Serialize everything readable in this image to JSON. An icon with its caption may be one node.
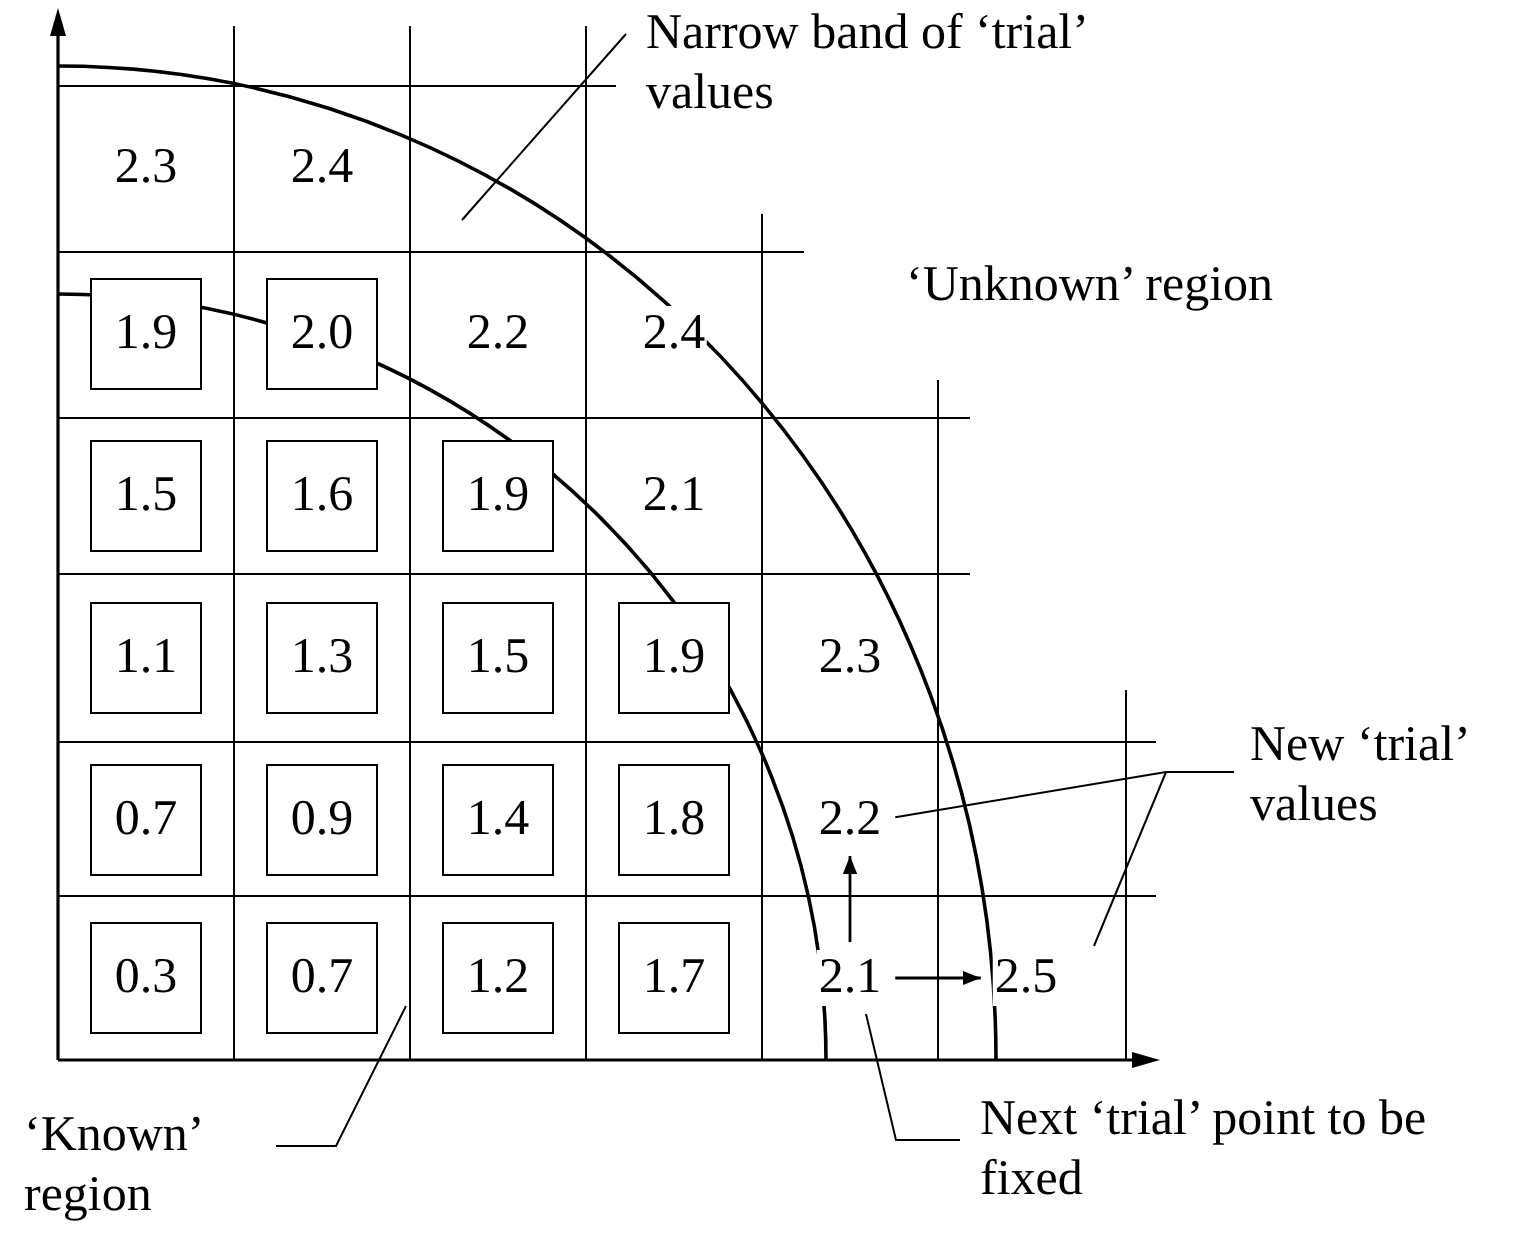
{
  "diagram": {
    "nodes": [
      {
        "text": [
          "Narrow band of ‘trial’ values"
        ]
      },
      {
        "text": [
          "2.3"
        ]
      },
      {
        "text": [
          "2.4"
        ]
      },
      {
        "text": [
          "1.9"
        ]
      },
      {
        "text": [
          "2.0"
        ]
      },
      {
        "text": [
          "2.2"
        ]
      },
      {
        "text": [
          "2.4"
        ]
      },
      {
        "text": [
          "1.5"
        ]
      },
      {
        "text": [
          "1.6"
        ]
      },
      {
        "text": [
          "1.9"
        ]
      },
      {
        "text": [
          "2.1"
        ]
      },
      {
        "text": [
          "1.1"
        ]
      },
      {
        "text": [
          "1.3"
        ]
      },
      {
        "text": [
          "1.5"
        ]
      },
      {
        "text": [
          "1.9"
        ]
      },
      {
        "text": [
          "2.3"
        ]
      },
      {
        "text": [
          "0.7"
        ]
      },
      {
        "text": [
          "0.9"
        ]
      },
      {
        "text": [
          "1.4"
        ]
      },
      {
        "text": [
          "1.8"
        ]
      },
      {
        "text": [
          "2.2"
        ]
      },
      {
        "text": [
          "New ‘trial’ values"
        ]
      },
      {
        "text": [
          "0.3"
        ]
      },
      {
        "text": [
          "0.7"
        ]
      },
      {
        "text": [
          "1.2"
        ]
      },
      {
        "text": [
          "1.7"
        ]
      },
      {
        "text": [
          "2.1"
        ]
      },
      {
        "text": [
          "2.5"
        ]
      },
      {
        "text": [
          "‘Known’ region"
        ]
      },
      {
        "text": [
          "Next ‘trial’ point to be fixed"
        ]
      }
    ],
    "edges": [
      {
        "from": 0,
        "to": null,
        "arrow": "none"
      },
      {
        "from": 21,
        "to": 20,
        "arrow": "none"
      },
      {
        "from": 21,
        "to": null,
        "arrow": "none"
      },
      {
        "from": 28,
        "to": null,
        "arrow": "none"
      },
      {
        "from": 29,
        "to": 26,
        "arrow": "none"
      },
      {
        "from": 26,
        "to": 20,
        "arrow": "to"
      },
      {
        "from": 26,
        "to": 27,
        "arrow": "to"
      }
    ],
    "labels": [
      "‘Unknown’ region"
    ]
  }
}
